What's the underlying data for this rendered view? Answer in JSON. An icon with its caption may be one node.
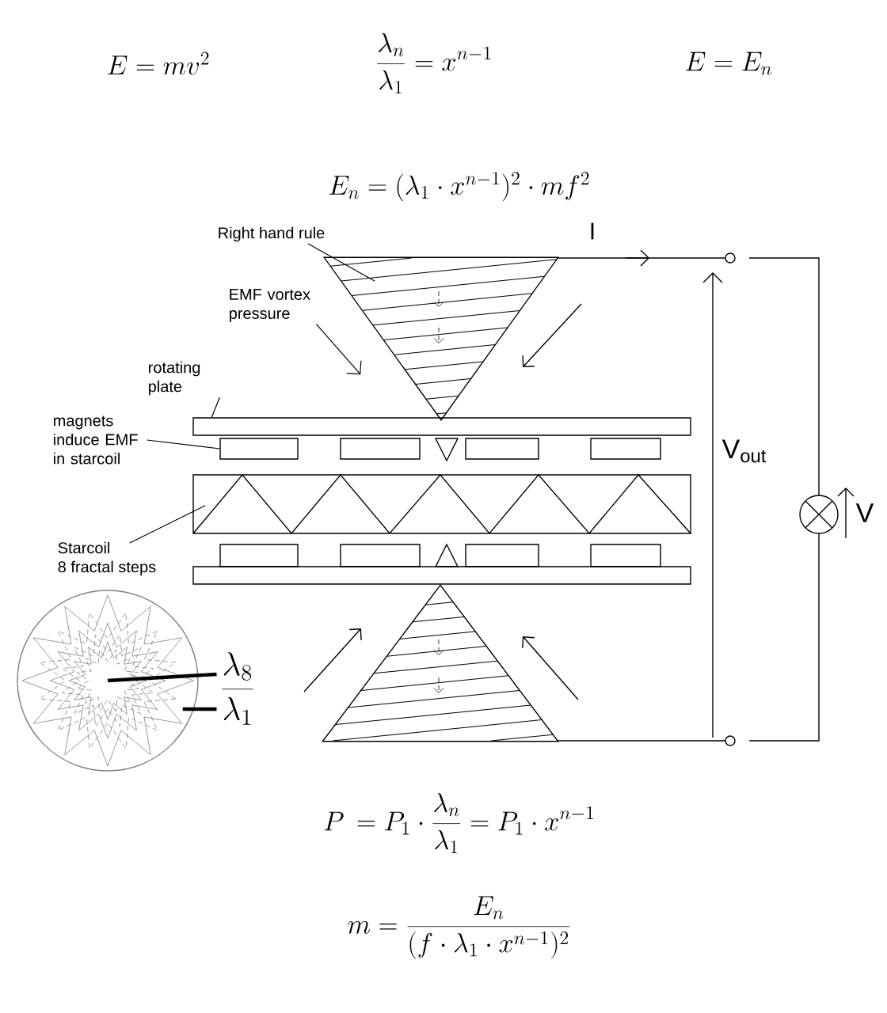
{
  "diagram": {
    "nodes": [
      {
        "text": [
          "Right hand rule"
        ]
      },
      {
        "text": [
          "EMF vortex pressure"
        ]
      },
      {
        "text": [],
        "shape": "triangle"
      },
      {
        "text": [
          "rotating plate"
        ]
      },
      {
        "text": [],
        "shape": "bar"
      },
      {
        "text": [
          "magnets induce EMF in starcoil"
        ]
      },
      {
        "text": [],
        "shape": "box"
      },
      {
        "text": [],
        "shape": "box"
      },
      {
        "text": [],
        "shape": "box"
      },
      {
        "text": [],
        "shape": "box"
      },
      {
        "text": [],
        "shape": "box"
      },
      {
        "text": [
          "Starcoil",
          "8 fractal steps"
        ]
      },
      {
        "text": [],
        "shape": "box"
      },
      {
        "text": [],
        "shape": "box"
      },
      {
        "text": [],
        "shape": "box"
      },
      {
        "text": [],
        "shape": "box"
      },
      {
        "text": [],
        "shape": "bar"
      },
      {
        "text": [],
        "shape": "circle"
      },
      {
        "text": [
          "\\frac{\\lambda_8}{\\lambda_1}"
        ]
      },
      {
        "text": [],
        "shape": "triangle"
      }
    ],
    "edges": [
      {
        "from": 0,
        "to": 2,
        "arrow": "none"
      },
      {
        "from": 1,
        "to": 2,
        "arrow": "to"
      },
      {
        "from": 3,
        "to": 4,
        "arrow": "none"
      },
      {
        "from": 5,
        "to": 6,
        "arrow": "none"
      },
      {
        "from": 11,
        "to": 10,
        "arrow": "none"
      },
      {
        "from": 18,
        "to": 17,
        "arrow": "none",
        "style": "thick"
      },
      {
        "from": 18,
        "to": 17,
        "arrow": "none",
        "style": "thick"
      }
    ],
    "labels": [
      "E = mv^2",
      "\\frac{\\lambda_n}{\\lambda_1} = x^{n-1}",
      "E = E_n",
      "E_n = (\\lambda_1 \\cdot x^{n-1})^2 \\cdot mf^2",
      "I",
      "V$_{out}$",
      "V",
      "P\\, = P_1 \\cdot \\frac{\\lambda_n}{\\lambda_1} = P_1 \\cdot x^{n-1}",
      "m = \\frac{E_n}{(f \\cdot \\lambda_1 \\cdot x^{n-1})^2}"
    ]
  }
}
